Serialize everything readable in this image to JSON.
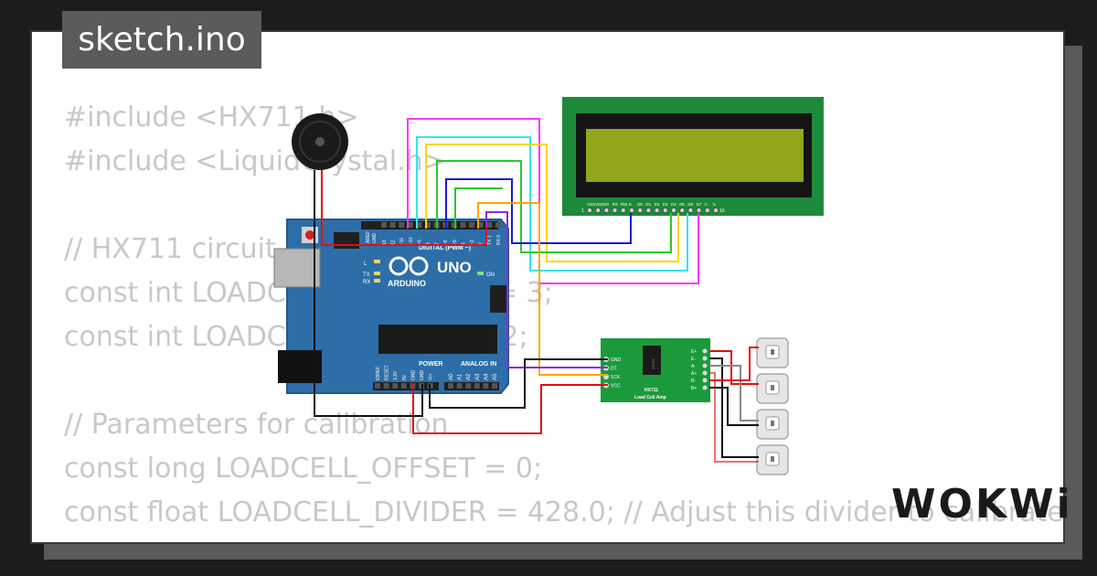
{
  "tab": {
    "filename": "sketch.ino"
  },
  "code": {
    "lines": [
      "#include <HX711.h>",
      "#include <LiquidCrystal.h>",
      "",
      "// HX711 circuit wiring",
      "const int LOADCELL_DOUT_PIN = 3;",
      "const int LOADCELL_SCK_PIN = 2;",
      "",
      "// Parameters for calibration",
      "const long LOADCELL_OFFSET = 0;",
      "const float LOADCELL_DIVIDER = 428.0; // Adjust this divider to calibrate"
    ]
  },
  "arduino": {
    "brand": "ARDUINO",
    "model": "UNO",
    "digital_label": "DIGITAL (PWM ~)",
    "power_label": "POWER",
    "analog_label": "ANALOG IN",
    "on_label": "ON",
    "led_l": "L",
    "led_tx": "TX",
    "led_rx": "RX",
    "aref": "AREF",
    "gnd": "GND",
    "digital_pins": [
      "13",
      "12",
      "~11",
      "~10",
      "~9",
      "8",
      "7",
      "~6",
      "~5",
      "4",
      "~3",
      "2",
      "TX 1",
      "RX 0"
    ],
    "power_pins": [
      "IOREF",
      "RESET",
      "3.3V",
      "5V",
      "GND",
      "GND",
      "Vin"
    ],
    "analog_pins": [
      "A0",
      "A1",
      "A2",
      "A3",
      "A4",
      "A5"
    ]
  },
  "lcd": {
    "pins": [
      "VSS",
      "VDD",
      "V0",
      "RS",
      "RW",
      "E",
      "D0",
      "D1",
      "D2",
      "D3",
      "D4",
      "D5",
      "D6",
      "D7",
      "A",
      "K"
    ],
    "first_pin": "1",
    "last_pin": "16"
  },
  "hx711": {
    "left_pins": [
      "GND",
      "DT",
      "SCK",
      "VCC"
    ],
    "right_pins": [
      "E+",
      "E-",
      "A-",
      "A+",
      "B-",
      "B+"
    ],
    "chip_label": "HX711",
    "title": "HX711",
    "subtitle": "Load Cell Amp"
  },
  "branding": {
    "logo_text": "WOKWi"
  },
  "colors": {
    "tab_bg": "#5b5b5b",
    "code_text": "#c8c8c8",
    "arduino_board": "#2d6ea8",
    "lcd_board": "#1d8a3a",
    "lcd_screen": "#93a51b",
    "hx711_board": "#1b9a3c",
    "wire_magenta": "#ff33ff",
    "wire_cyan": "#33e5ee",
    "wire_yellow": "#ffd500",
    "wire_green": "#2ec52e",
    "wire_blue": "#1a1ad6",
    "wire_orange": "#ffa500",
    "wire_red": "#e01010",
    "wire_black": "#111111"
  }
}
